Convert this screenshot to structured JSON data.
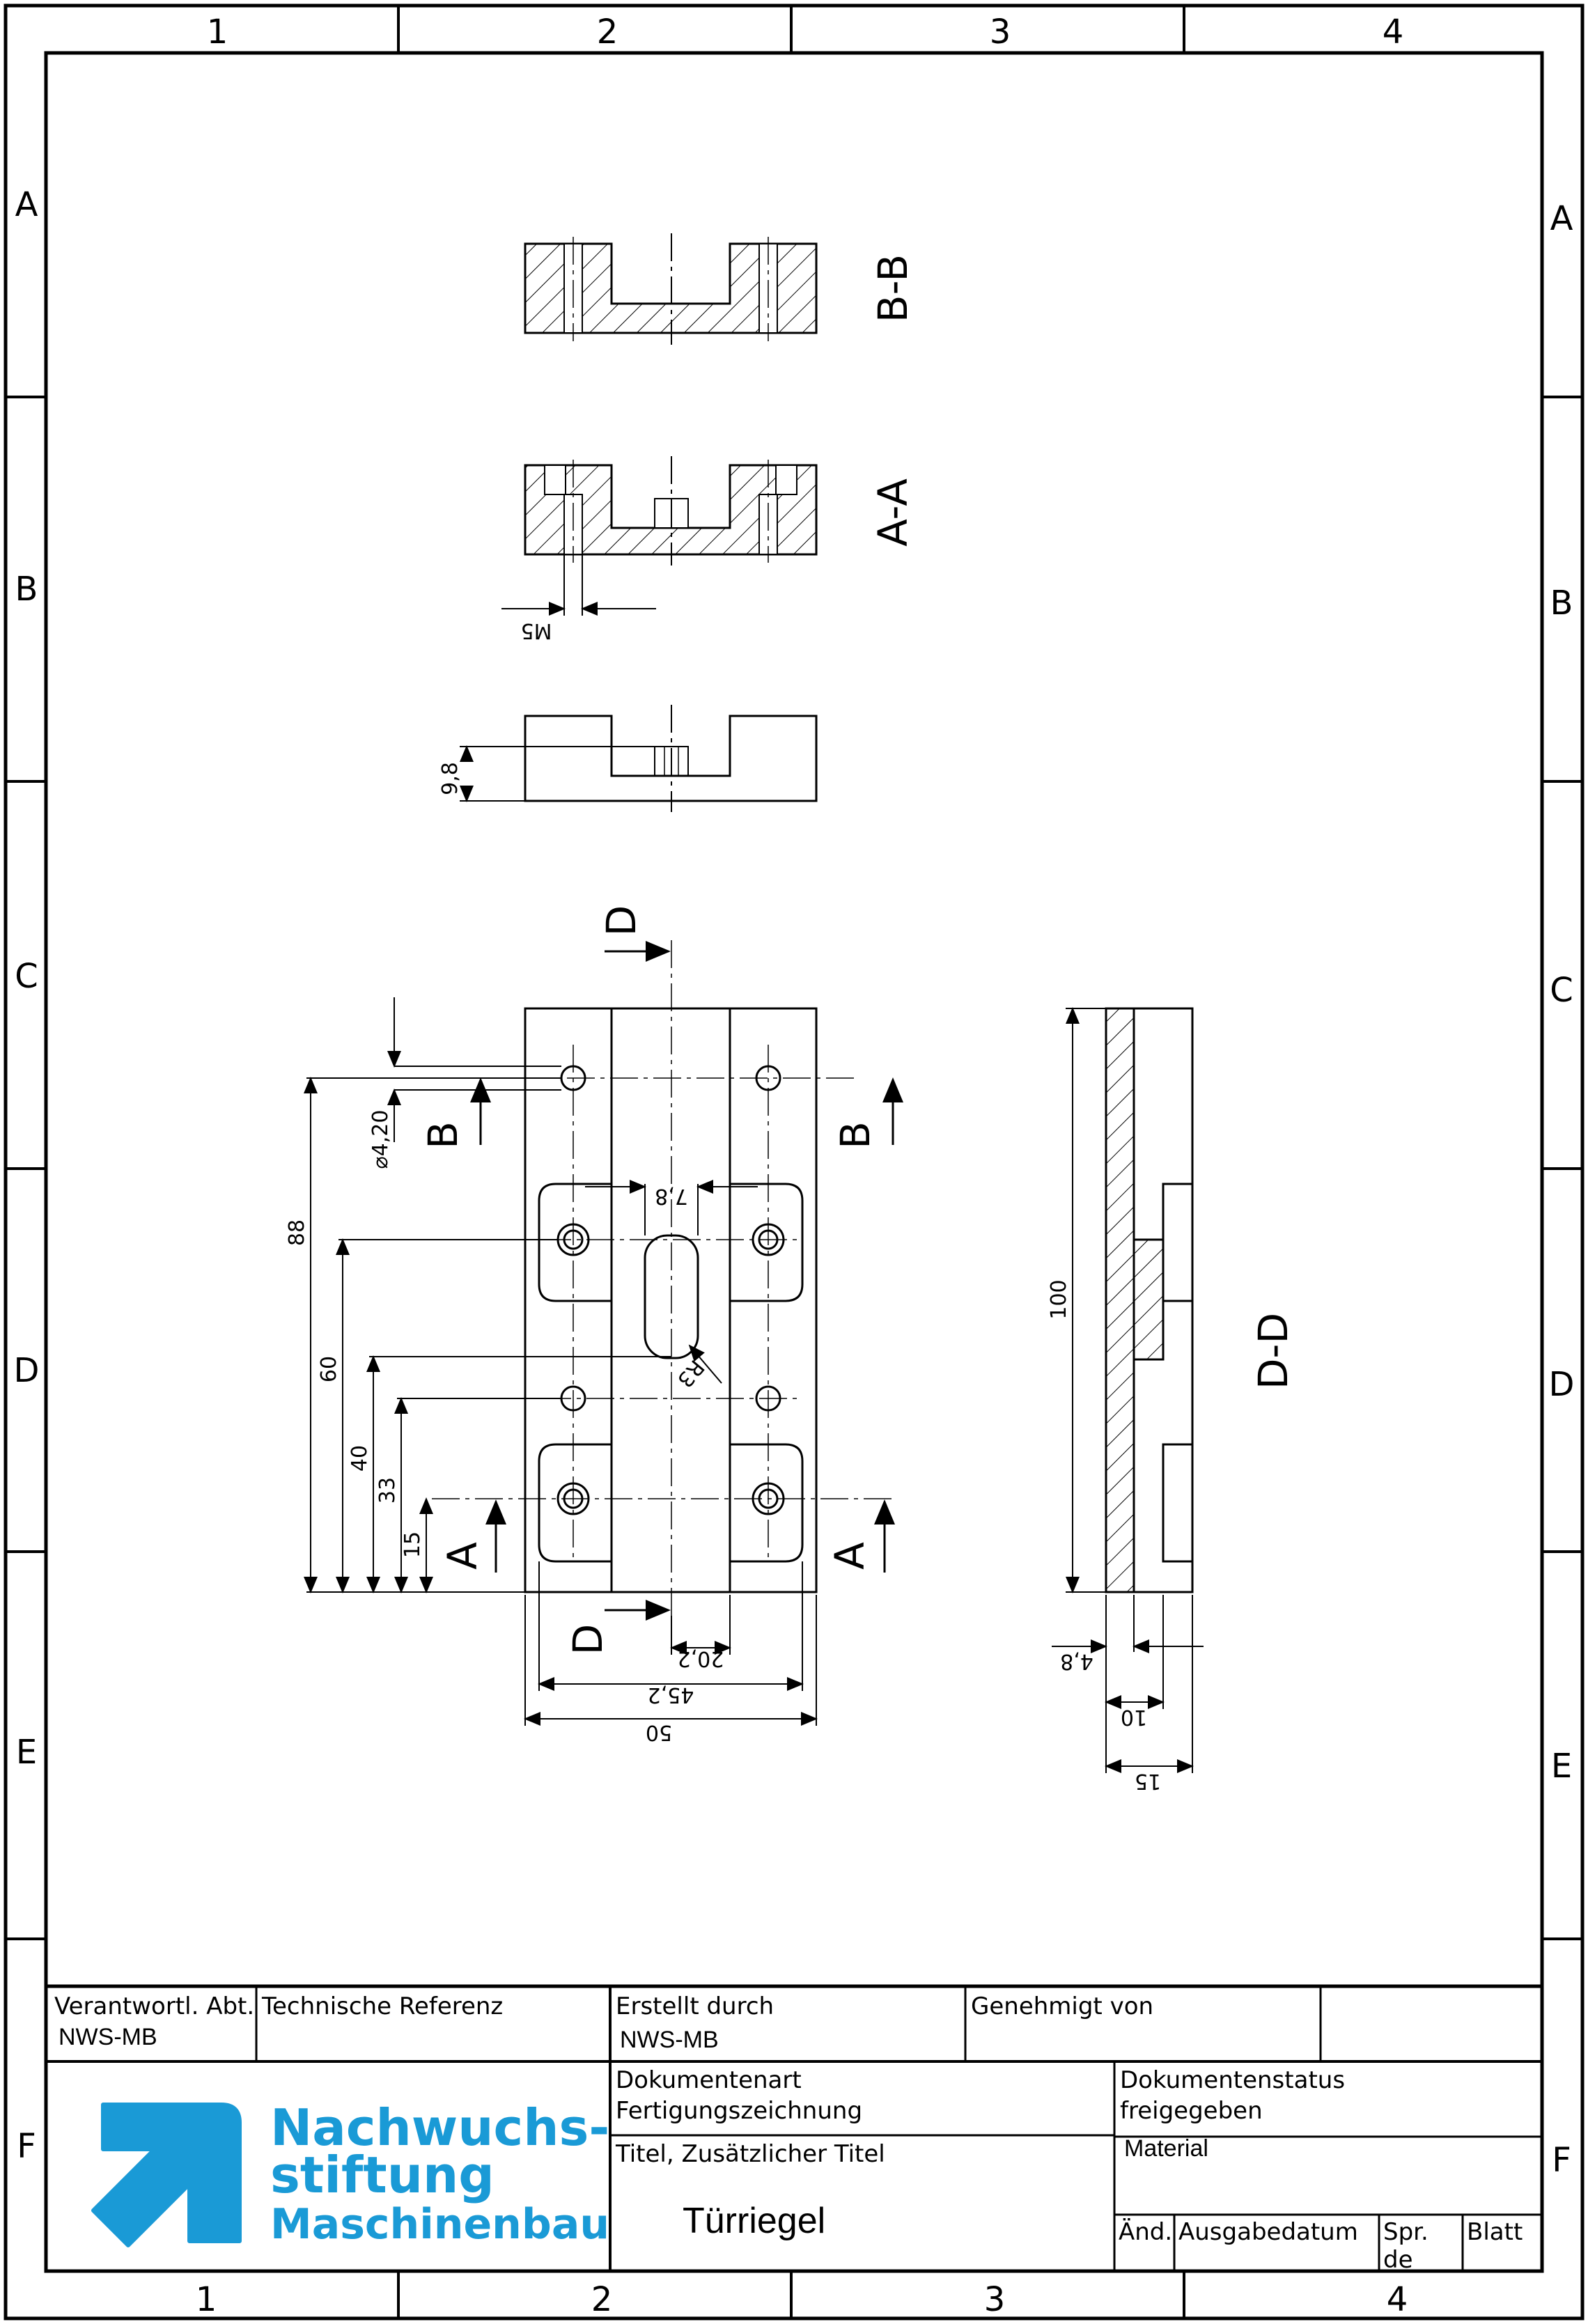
{
  "frame": {
    "columns": [
      "1",
      "2",
      "3",
      "4"
    ],
    "rows": [
      "A",
      "B",
      "C",
      "D",
      "E",
      "F"
    ]
  },
  "views": {
    "section_bb": "B-B",
    "section_aa": "A-A",
    "section_dd": "D-D",
    "cut_labels": [
      "B",
      "B",
      "A",
      "A",
      "D",
      "D"
    ]
  },
  "dimensions": {
    "m5": "M5",
    "d98": "9,8",
    "hole": "⌀4,20",
    "d88": "88",
    "d60": "60",
    "d40": "40",
    "d33": "33",
    "d15": "15",
    "d78": "7,8",
    "r3": "R3",
    "d202": "20,2",
    "d452": "45,2",
    "d50": "50",
    "d100": "100",
    "d48": "4,8",
    "d10": "10",
    "d15b": "15"
  },
  "title_block": {
    "resp_dept_label": "Verantwortl. Abt.",
    "resp_dept_value": "NWS-MB",
    "tech_ref_label": "Technische Referenz",
    "created_by_label": "Erstellt durch",
    "created_by_value": "NWS-MB",
    "approved_by_label": "Genehmigt von",
    "doc_type_label": "Dokumentenart",
    "doc_type_value": "Fertigungszeichnung",
    "doc_status_label": "Dokumentenstatus",
    "doc_status_value": "freigegeben",
    "title_label": "Titel, Zusätzlicher Titel",
    "title_value": "Türriegel",
    "material_label": "Material",
    "rev_label": "Änd.",
    "issue_date_label": "Ausgabedatum",
    "lang_label": "Spr.",
    "lang_value": "de",
    "sheet_label": "Blatt"
  },
  "logo": {
    "line1": "Nachwuchs-",
    "line2": "stiftung",
    "line3": "Maschinenbau",
    "color": "#1a9ad6"
  }
}
